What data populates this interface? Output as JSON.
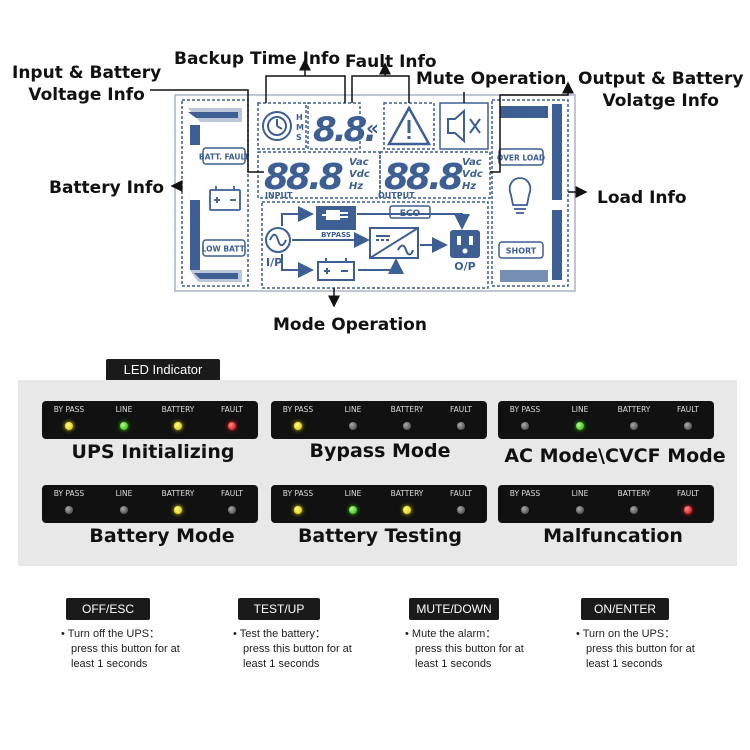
{
  "callouts": {
    "input_battery": "Input & Battery\nVoltage Info",
    "backup_time": "Backup Time Info",
    "fault": "Fault Info",
    "mute": "Mute Operation",
    "output_battery": "Output & Battery\nVolatge Info",
    "battery": "Battery Info",
    "load": "Load Info",
    "mode_operation": "Mode Operation"
  },
  "lcd": {
    "batt_fault": "BATT. FAULT",
    "low_batt": "LOW BATT.",
    "over_load": "OVER LOAD",
    "short": "SHORT",
    "hms": [
      "H",
      "M",
      "S"
    ],
    "time_digits": "8.8.",
    "input_digits": "88.8",
    "output_digits": "88.8",
    "units": [
      "Vac",
      "Vdc",
      "Hz"
    ],
    "input_label": "INPUT",
    "output_label": "OUTPUT",
    "bypass_label": "BYPASS",
    "eco_label": "ECO",
    "ip_label": "I/P",
    "op_label": "O/P"
  },
  "led_indicator_tag": "LED Indicator",
  "led_labels": [
    "BY PASS",
    "LINE",
    "BATTERY",
    "FAULT"
  ],
  "led_panels": [
    {
      "title": "UPS Initializing",
      "states": [
        "yellow",
        "green",
        "yellow",
        "red"
      ]
    },
    {
      "title": "Bypass Mode",
      "states": [
        "yellow",
        "off",
        "off",
        "off"
      ]
    },
    {
      "title": "AC Mode\\CVCF Mode",
      "states": [
        "off",
        "green",
        "off",
        "off"
      ]
    },
    {
      "title": "Battery Mode",
      "states": [
        "off",
        "off",
        "yellow",
        "off"
      ]
    },
    {
      "title": "Battery Testing",
      "states": [
        "yellow",
        "green",
        "yellow",
        "off"
      ]
    },
    {
      "title": "Malfuncation",
      "states": [
        "off",
        "off",
        "off",
        "red"
      ]
    }
  ],
  "buttons": [
    {
      "label": "OFF/ESC",
      "desc_line1": "• Turn off the UPS：",
      "desc_line2": "press this button for at",
      "desc_line3": "least 1 seconds"
    },
    {
      "label": "TEST/UP",
      "desc_line1": "• Test the battery：",
      "desc_line2": "press this button for at",
      "desc_line3": "least 1 seconds"
    },
    {
      "label": "MUTE/DOWN",
      "desc_line1": "• Mute the alarm：",
      "desc_line2": "press this button for at",
      "desc_line3": "least 1 seconds"
    },
    {
      "label": "ON/ENTER",
      "desc_line1": "• Turn on the UPS：",
      "desc_line2": "press this button for at",
      "desc_line3": "least 1 seconds"
    }
  ],
  "colors": {
    "lcd_blue": "#3d5f93",
    "panel_bg": "#e8e8e8",
    "led_yellow": "#f5e000",
    "led_green": "#2ed400",
    "led_red": "#ff2020"
  }
}
